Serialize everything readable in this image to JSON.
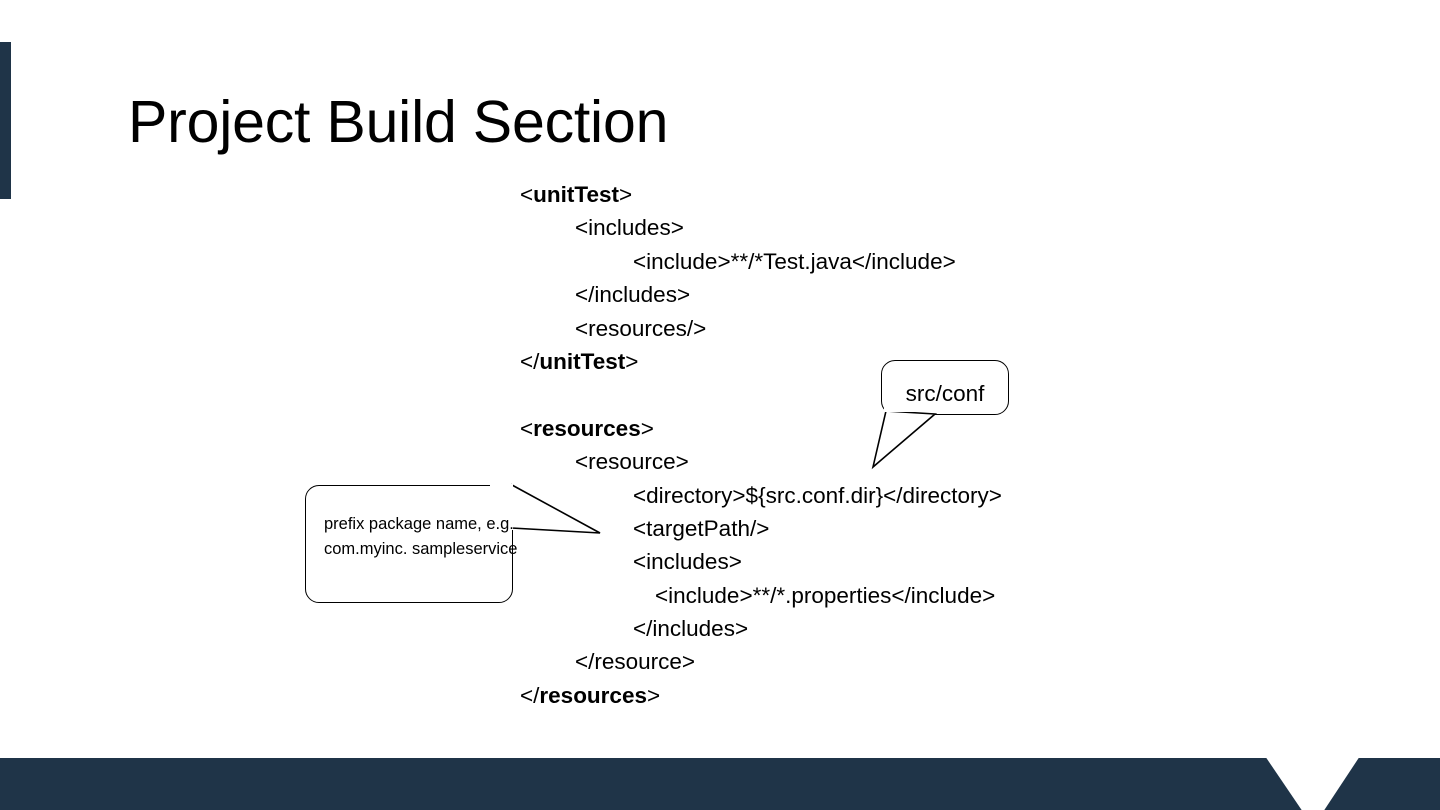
{
  "slide": {
    "title": "Project Build Section",
    "accent_color": "#1f3448",
    "background_color": "#ffffff",
    "text_color": "#000000"
  },
  "code_block": {
    "language": "xml",
    "lines": [
      {
        "indent": 0,
        "pre": "<",
        "strong": "unitTest",
        "post": ">"
      },
      {
        "indent": 1,
        "pre": "<includes>",
        "strong": "",
        "post": ""
      },
      {
        "indent": 2,
        "pre": "<include>**/*Test.java</include>",
        "strong": "",
        "post": ""
      },
      {
        "indent": 1,
        "pre": "</includes>",
        "strong": "",
        "post": ""
      },
      {
        "indent": 1,
        "pre": "<resources/>",
        "strong": "",
        "post": ""
      },
      {
        "indent": 0,
        "pre": "</",
        "strong": "unitTest",
        "post": ">"
      },
      {
        "indent": 0,
        "pre": "",
        "strong": "",
        "post": ""
      },
      {
        "indent": 0,
        "pre": "<",
        "strong": "resources",
        "post": ">"
      },
      {
        "indent": 1,
        "pre": "<resource>",
        "strong": "",
        "post": ""
      },
      {
        "indent": 2,
        "pre": "<directory>${src.conf.dir}</directory>",
        "strong": "",
        "post": ""
      },
      {
        "indent": 2,
        "pre": "<targetPath/>",
        "strong": "",
        "post": ""
      },
      {
        "indent": 2,
        "pre": "<includes>",
        "strong": "",
        "post": ""
      },
      {
        "indent": 3,
        "pre": "<include>**/*.properties</include>",
        "strong": "",
        "post": ""
      },
      {
        "indent": 2,
        "pre": "</includes>",
        "strong": "",
        "post": ""
      },
      {
        "indent": 1,
        "pre": "</resource>",
        "strong": "",
        "post": ""
      },
      {
        "indent": 0,
        "pre": "</",
        "strong": "resources",
        "post": ">"
      }
    ]
  },
  "callouts": [
    {
      "id": "prefix",
      "text": "prefix package name, e.g. com.myinc. sampleservice",
      "points_to": "targetPath element"
    },
    {
      "id": "srcconf",
      "text": "src/conf",
      "points_to": "directory element value"
    }
  ]
}
